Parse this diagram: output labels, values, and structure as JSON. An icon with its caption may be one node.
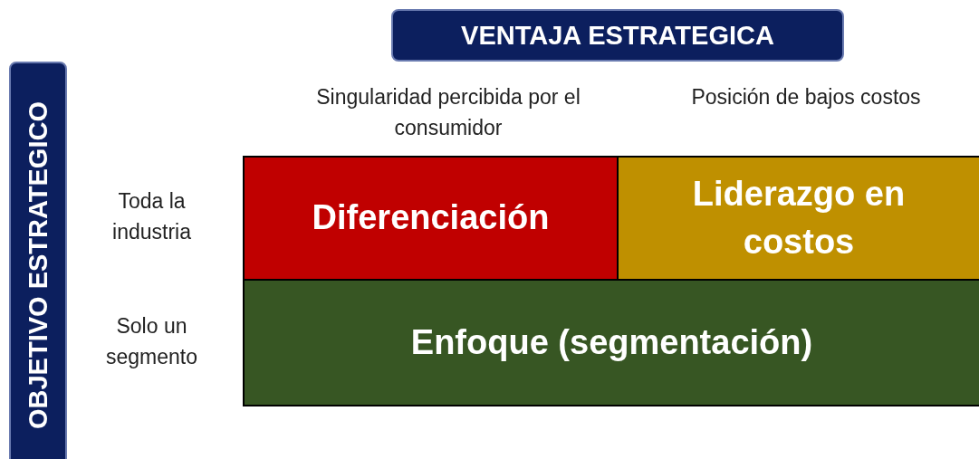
{
  "diagram": {
    "nodes": [
      {
        "text": [
          "VENTAJA ESTRATEGICA"
        ]
      },
      {
        "text": [
          "OBJETIVO ESTRATEGICO"
        ]
      },
      {
        "text": [
          "Diferenciación"
        ]
      },
      {
        "text": [
          "Liderazgo en costos"
        ]
      },
      {
        "text": [
          "Enfoque (segmentación)"
        ]
      }
    ],
    "labels": [
      "Singularidad percibida por el consumidor",
      "Posición de bajos costos",
      "Toda la industria",
      "Solo un segmento"
    ]
  }
}
